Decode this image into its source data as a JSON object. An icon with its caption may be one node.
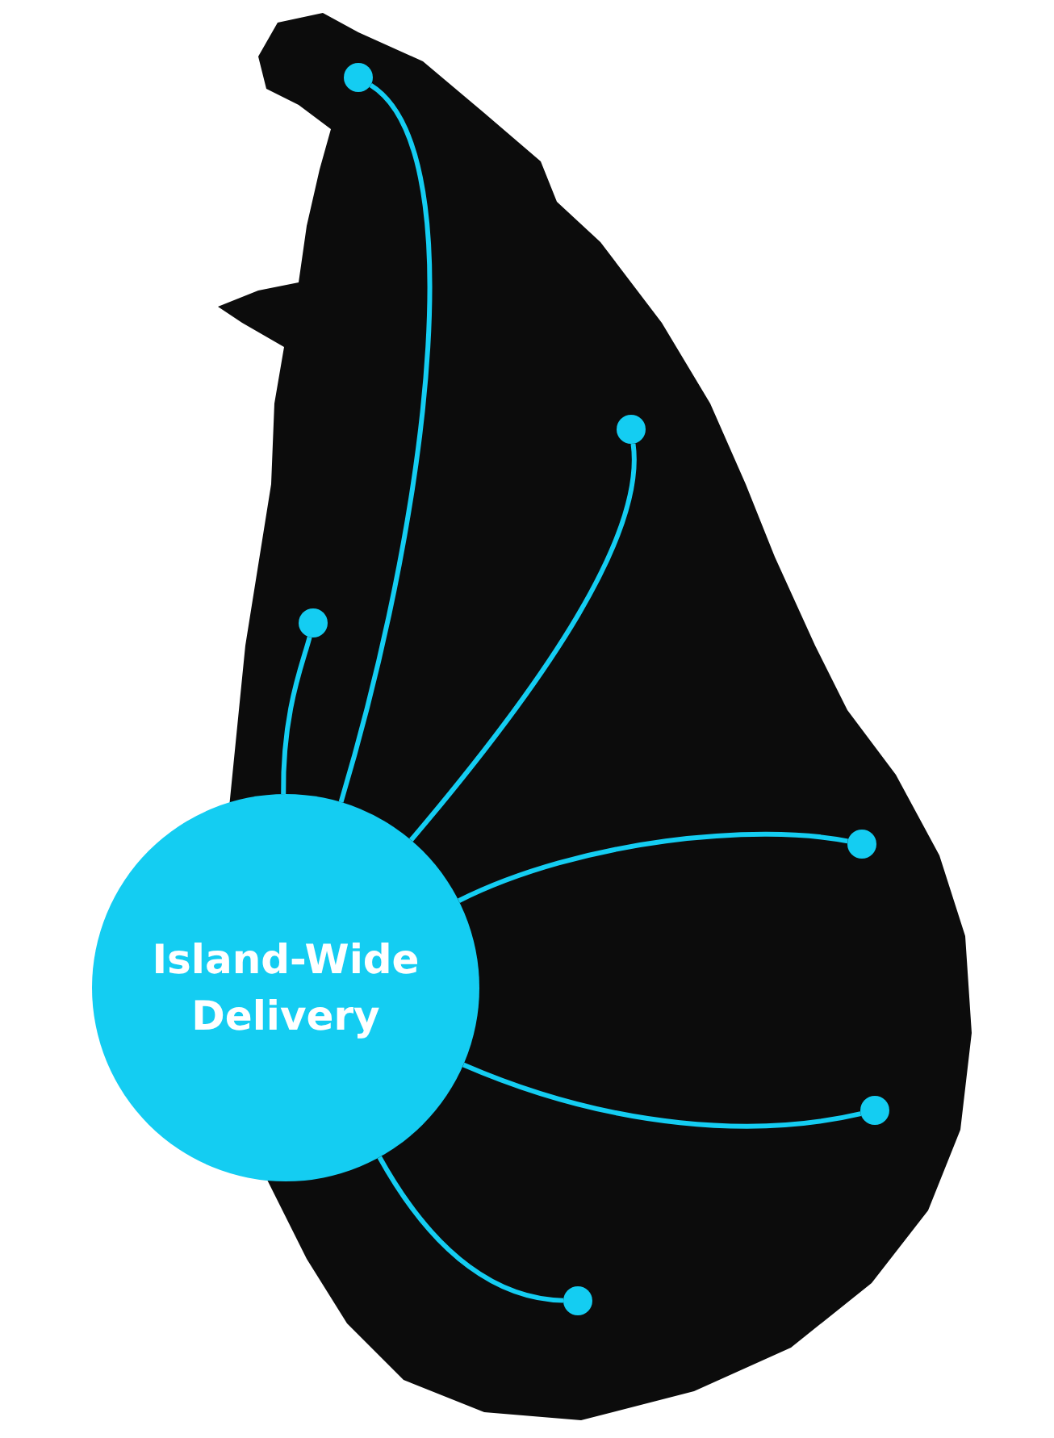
{
  "diagram": {
    "nodes": [
      {
        "text": [
          "Island-Wide Delivery"
        ]
      },
      {
        "text": [],
        "shape": "circle"
      },
      {
        "text": [],
        "shape": "circle"
      },
      {
        "text": [],
        "shape": "circle"
      },
      {
        "text": [],
        "shape": "circle"
      },
      {
        "text": [],
        "shape": "circle"
      },
      {
        "text": [],
        "shape": "circle"
      }
    ],
    "edges": [
      {
        "from": 0,
        "to": 1,
        "arrow": "none"
      },
      {
        "from": 0,
        "to": 2,
        "arrow": "none"
      },
      {
        "from": 0,
        "to": 3,
        "arrow": "none"
      },
      {
        "from": 0,
        "to": 4,
        "arrow": "none"
      },
      {
        "from": 0,
        "to": 5,
        "arrow": "none"
      },
      {
        "from": 0,
        "to": 6,
        "arrow": "none"
      }
    ]
  }
}
